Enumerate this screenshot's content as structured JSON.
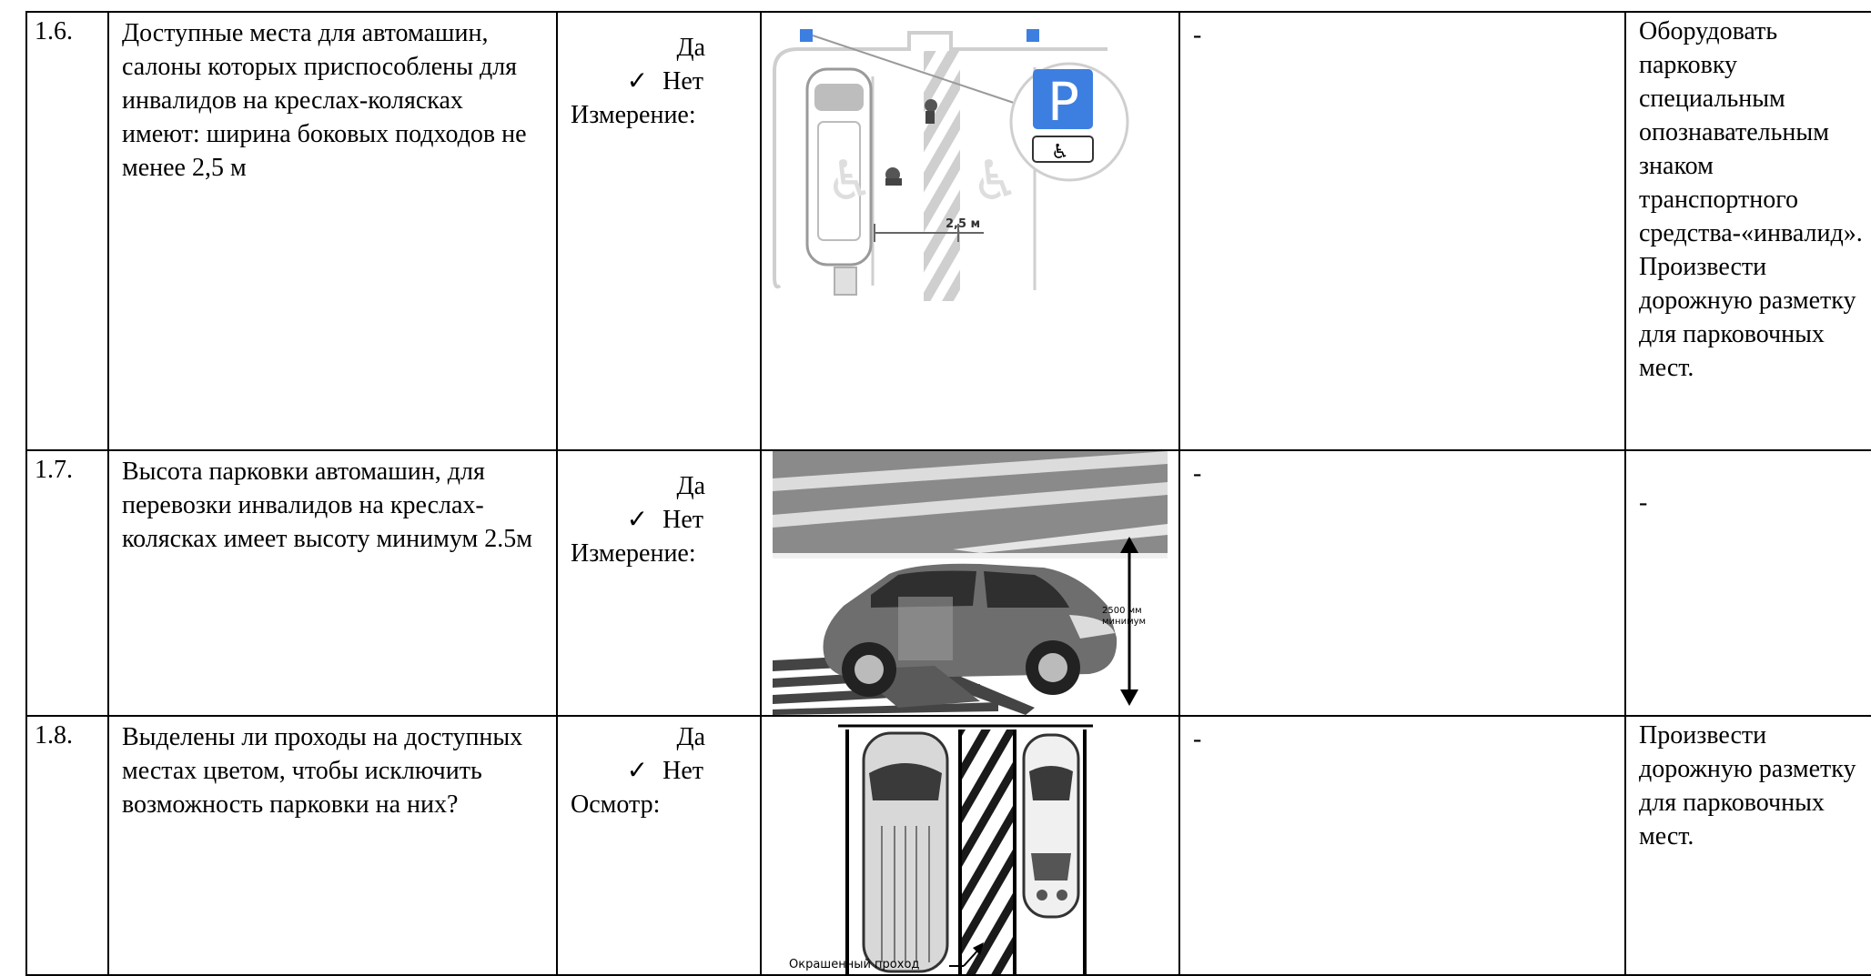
{
  "rows": [
    {
      "number": "1.6.",
      "description": "Доступные места для автомашин, салоны которых приспособлены для инвалидов на креслах-колясках имеют: ширина боковых подходов не менее 2,5 м",
      "option_yes": "Да",
      "check_mark": "✓",
      "option_no": "Нет",
      "method": "Измерение:",
      "illustration_labels": [
        "2,5 м"
      ],
      "note": "-",
      "recommendation": "Оборудовать парковку специальным опознавательным знаком транспортного средства-«инвалид». Произвести дорожную разметку для парковочных мест."
    },
    {
      "number": "1.7.",
      "description": "Высота парковки автомашин, для перевозки инвалидов на креслах-колясках имеет высоту минимум 2.5м",
      "option_yes": "Да",
      "check_mark": "✓",
      "option_no": "Нет",
      "method": "Измерение:",
      "illustration_labels": [
        "2500 мм",
        "минимум"
      ],
      "note": "-",
      "recommendation": "-"
    },
    {
      "number": "1.8.",
      "description": "Выделены ли проходы на доступных местах цветом, чтобы исключить возможность парковки на них?",
      "option_yes": "Да",
      "check_mark": "✓",
      "option_no": "Нет",
      "method": "Осмотр:",
      "illustration_labels": [
        "Окрашенный проход"
      ],
      "note": "-",
      "recommendation": "Произвести дорожную разметку для парковочных мест."
    }
  ],
  "colors": {
    "sign_blue": "#3d7fe0",
    "hatch_gray": "#c8c8c8",
    "car_gray": "#6e6e6e",
    "ceiling_gray": "#8a8a8a"
  }
}
